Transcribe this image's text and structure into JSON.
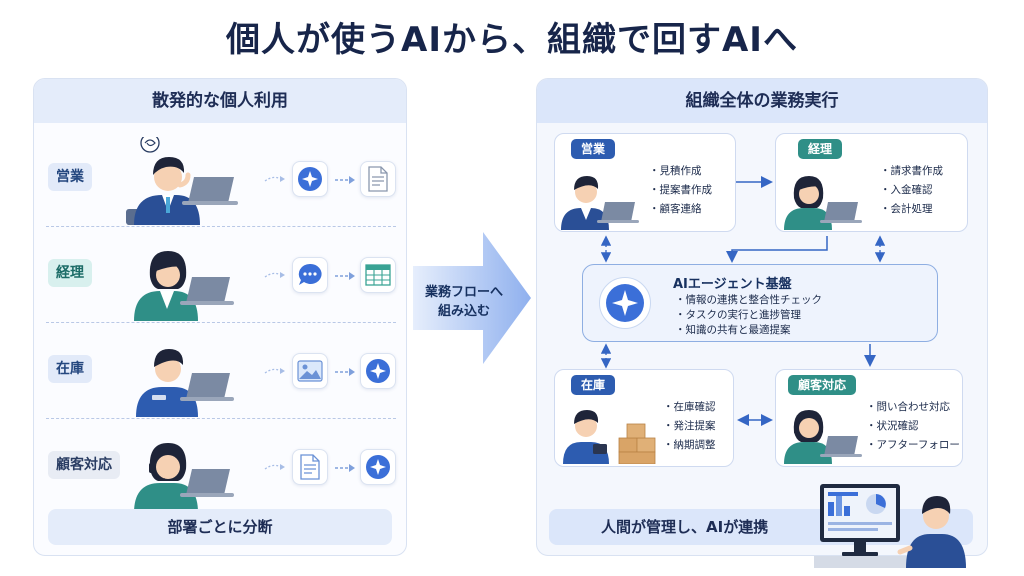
{
  "title": "個人が使うAIから、組織で回すAIへ",
  "left": {
    "heading": "散発的な個人利用",
    "departments": [
      {
        "label": "営業"
      },
      {
        "label": "経理"
      },
      {
        "label": "在庫"
      },
      {
        "label": "顧客対応"
      }
    ],
    "footer": "部署ごとに分断"
  },
  "arrow_label": [
    "業務フローへ",
    "組み込む"
  ],
  "right": {
    "heading": "組織全体の業務実行",
    "cards": {
      "sales": {
        "tag": "営業",
        "items": [
          "見積作成",
          "提案書作成",
          "顧客連絡"
        ]
      },
      "accounting": {
        "tag": "経理",
        "items": [
          "請求書作成",
          "入金確認",
          "会計処理"
        ]
      },
      "inventory": {
        "tag": "在庫",
        "items": [
          "在庫確認",
          "発注提案",
          "納期調整"
        ]
      },
      "support": {
        "tag": "顧客対応",
        "items": [
          "問い合わせ対応",
          "状況確認",
          "アフターフォロー"
        ]
      }
    },
    "platform": {
      "title": "AIエージェント基盤",
      "items": [
        "情報の連携と整合性チェック",
        "タスクの実行と進捗管理",
        "知識の共有と最適提案"
      ]
    },
    "footer": "人間が管理し、AIが連携"
  },
  "colors": {
    "navy": "#17254a",
    "blue": "#2d5cb0",
    "teal": "#2f8f87",
    "ai_blue": "#3b6fd8"
  }
}
